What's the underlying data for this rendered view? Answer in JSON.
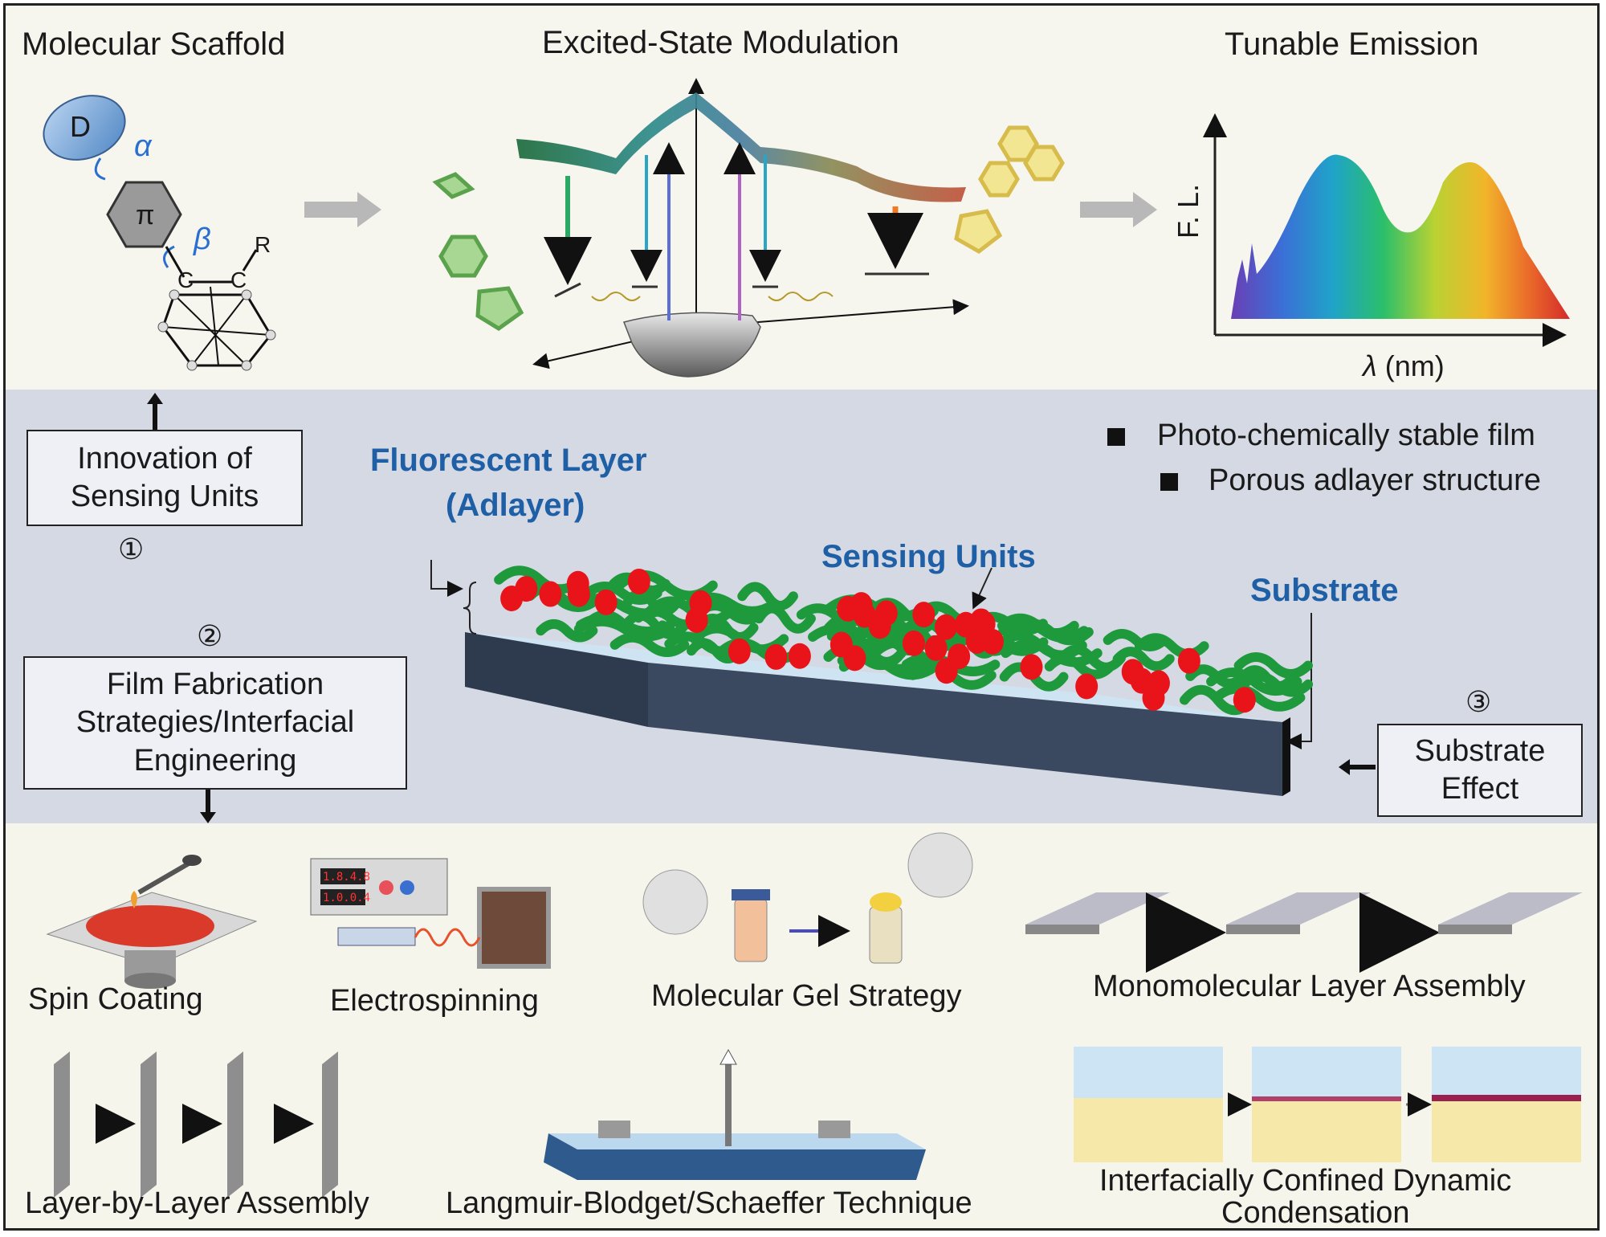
{
  "top": {
    "molecular_scaffold": "Molecular Scaffold",
    "excited_state": "Excited-State Modulation",
    "tunable_emission": "Tunable Emission",
    "scaffold_labels": {
      "donor": "D",
      "alpha": "α",
      "pi": "π",
      "beta": "β",
      "c1": "C",
      "c2": "C",
      "r": "R"
    },
    "spectrum": {
      "ylabel": "F. L.",
      "xlabel_sym": "λ",
      "xlabel_unit": " (nm)"
    }
  },
  "middle": {
    "innovation_box": "Innovation of\nSensing Units",
    "innovation_num": "①",
    "film_num": "②",
    "film_box": "Film Fabrication\nStrategies/Interfacial\nEngineering",
    "substrate_num": "③",
    "substrate_box": "Substrate\nEffect",
    "fluorescent_layer": "Fluorescent Layer",
    "adlayer": "(Adlayer)",
    "sensing_units": "Sensing Units",
    "substrate": "Substrate",
    "bullets": [
      "Photo-chemically stable film",
      "Porous adlayer structure"
    ]
  },
  "bottom": {
    "spin_coating": "Spin Coating",
    "electrospinning": "Electrospinning",
    "molecular_gel": "Molecular Gel Strategy",
    "monomolecular": "Monomolecular Layer Assembly",
    "lbl": "Layer-by-Layer Assembly",
    "langmuir": "Langmuir-Blodget/Schaeffer Technique",
    "interfacial_1": "Interfacially Confined Dynamic",
    "interfacial_2": "Condensation",
    "device_display": [
      "1.8.4.8",
      "1.0.0.4"
    ]
  },
  "colors": {
    "green": "#1e9a3c",
    "red": "#e8141a",
    "blue_label": "#1f5fa6",
    "substrate": "#2e3b4e"
  }
}
